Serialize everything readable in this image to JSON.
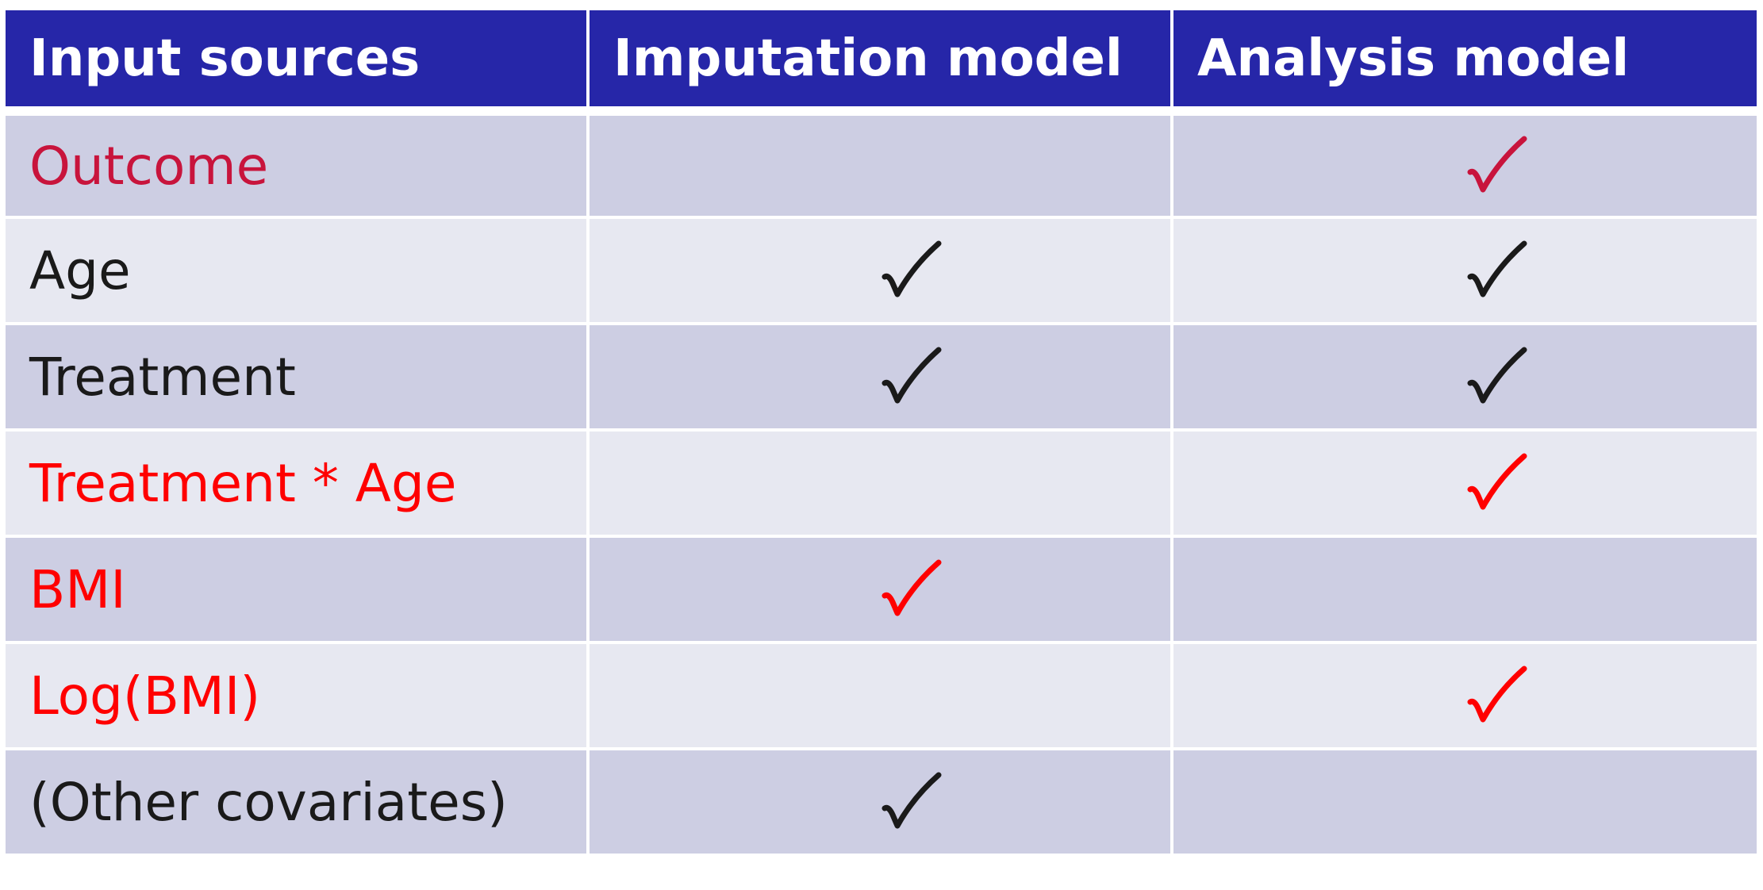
{
  "table": {
    "headers": [
      "Input sources",
      "Imputation model",
      "Analysis model"
    ],
    "rows": [
      {
        "label": "Outcome",
        "label_color": "#c8143c",
        "imputation": false,
        "analysis": true,
        "check_color": "#c8143c"
      },
      {
        "label": "Age",
        "label_color": "#1a1a1a",
        "imputation": true,
        "analysis": true,
        "check_color": "#1a1a1a"
      },
      {
        "label": "Treatment",
        "label_color": "#1a1a1a",
        "imputation": true,
        "analysis": true,
        "check_color": "#1a1a1a"
      },
      {
        "label": "Treatment * Age",
        "label_color": "#ff0000",
        "imputation": false,
        "analysis": true,
        "check_color": "#ff0000"
      },
      {
        "label": "BMI",
        "label_color": "#ff0000",
        "imputation": true,
        "analysis": false,
        "check_color": "#ff0000"
      },
      {
        "label": "Log(BMI)",
        "label_color": "#ff0000",
        "imputation": false,
        "analysis": true,
        "check_color": "#ff0000"
      },
      {
        "label": "(Other covariates)",
        "label_color": "#1a1a1a",
        "imputation": true,
        "analysis": false,
        "check_color": "#1a1a1a"
      }
    ]
  },
  "colors": {
    "header_bg": "#2626a8",
    "header_text": "#ffffff",
    "row_dark": "#cdcee3",
    "row_light": "#e7e8f1"
  },
  "icons": {
    "check": "checkmark-icon"
  }
}
